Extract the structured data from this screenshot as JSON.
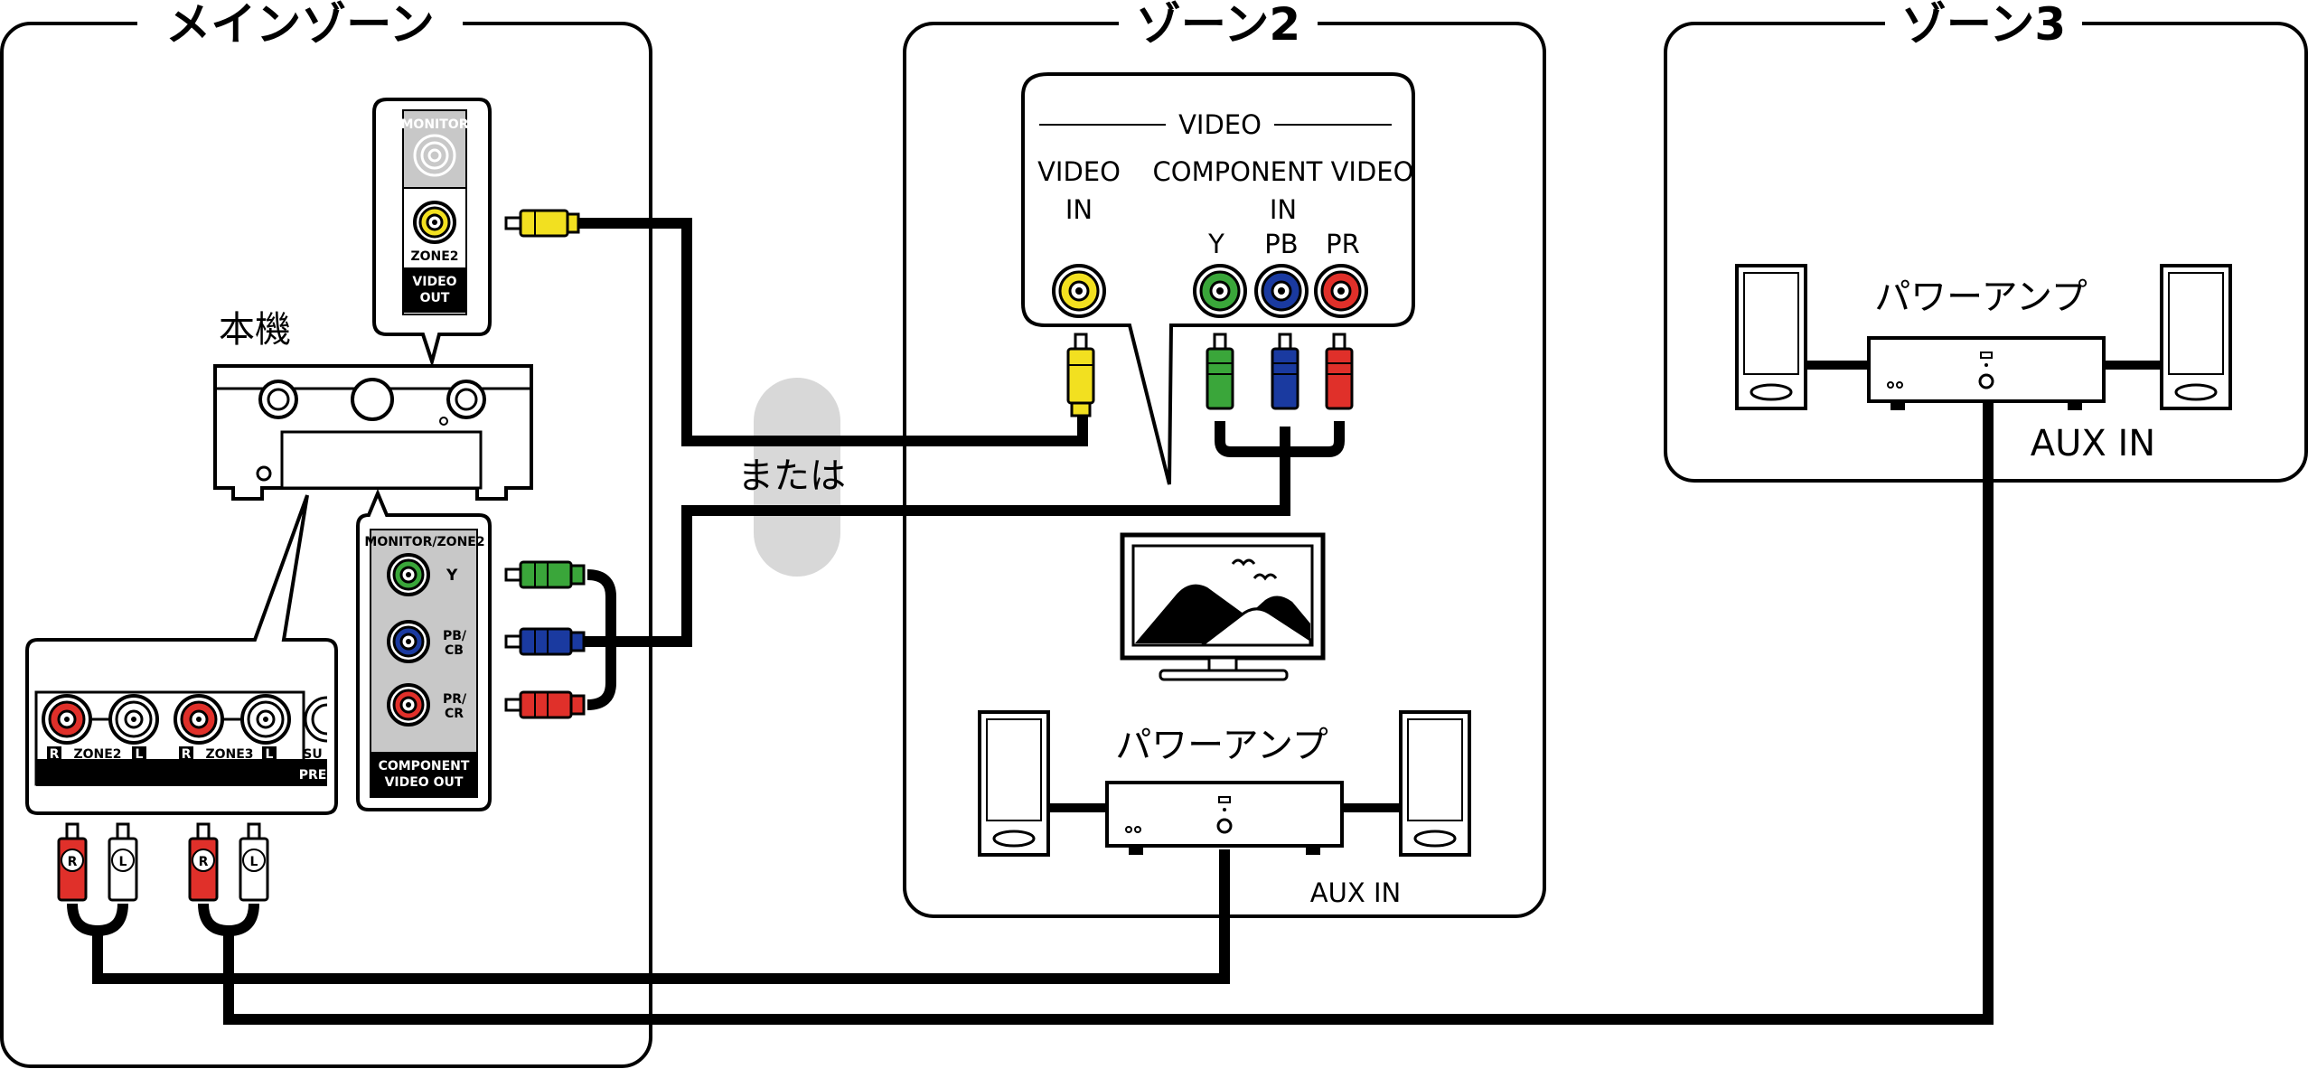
{
  "zones": {
    "main": "メインゾーン",
    "zone2": "ゾーン2",
    "zone3": "ゾーン3"
  },
  "unit": {
    "label": "本機"
  },
  "main_panel": {
    "monitor_label": "MONITOR",
    "zone2_label": "ZONE2",
    "video_out_line1": "VIDEO",
    "video_out_line2": "OUT",
    "component_header": "MONITOR/ZONE2",
    "y_label": "Y",
    "pb_label_1": "PB/",
    "pb_label_2": "CB",
    "pr_label_1": "PR/",
    "pr_label_2": "CR",
    "component_out_line1": "COMPONENT",
    "component_out_line2": "VIDEO OUT",
    "preout_zone2": "ZONE2",
    "preout_zone3": "ZONE3",
    "preout_r": "R",
    "preout_l": "L",
    "preout_su": "SU",
    "preout_pre": "PRE"
  },
  "or_label": "または",
  "tv_panel": {
    "video_header": "VIDEO",
    "video_in_line1": "VIDEO",
    "video_in_line2": "IN",
    "component_in_line1": "COMPONENT VIDEO",
    "component_in_line2": "IN",
    "y_label": "Y",
    "pb_label": "PB",
    "pr_label": "PR"
  },
  "zone2_amp": {
    "label": "パワーアンプ",
    "aux_label": "AUX IN"
  },
  "zone3_amp": {
    "label": "パワーアンプ",
    "aux_label": "AUX IN"
  },
  "plug_letters": {
    "r": "R",
    "l": "L"
  },
  "colors": {
    "yellow": "#f2e020",
    "green": "#3aa63a",
    "blue": "#1a3aa0",
    "red": "#e0302a",
    "white": "#ffffff",
    "panel_gray": "#d0d0d0",
    "or_bubble": "#d8d8d8"
  }
}
